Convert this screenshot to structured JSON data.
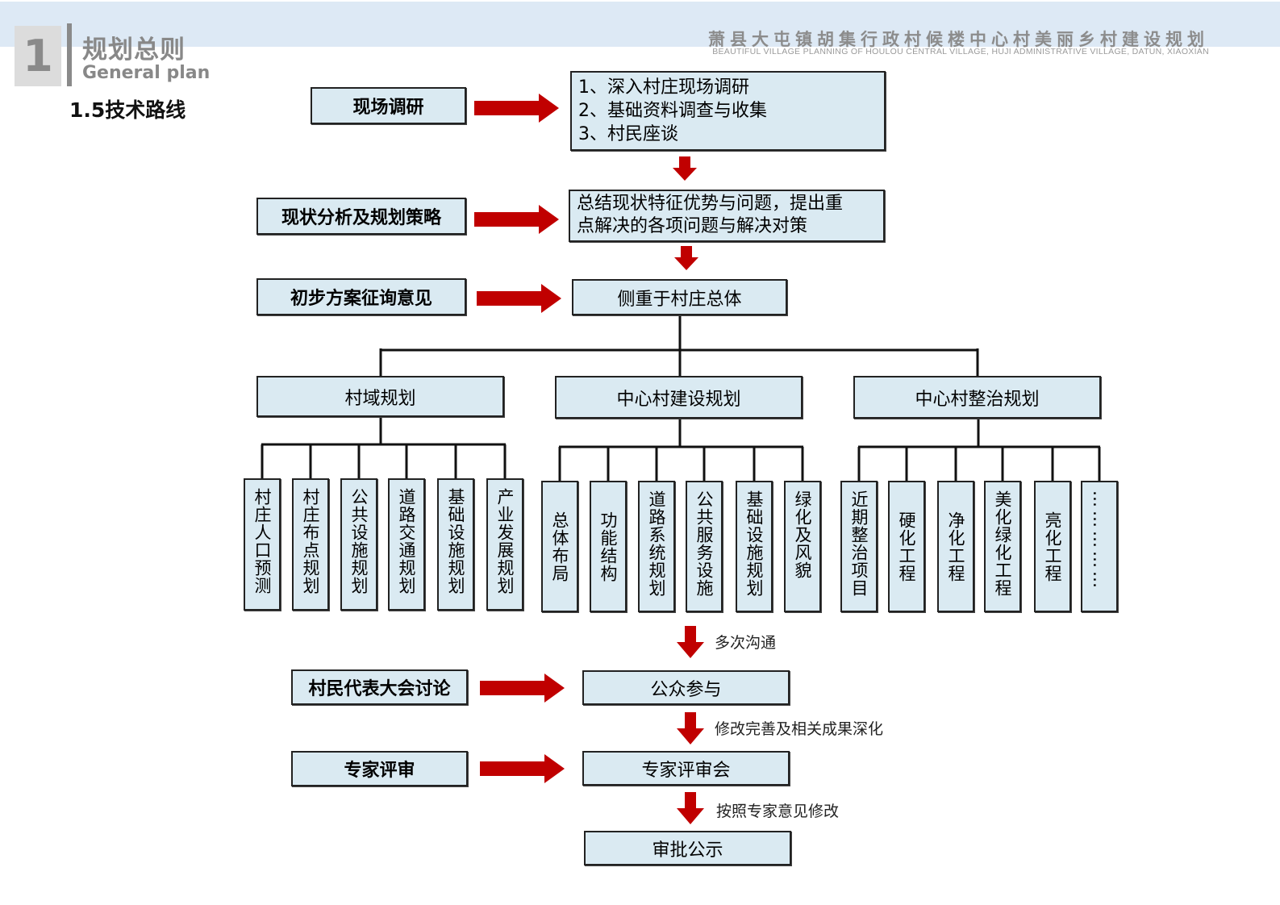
{
  "header": {
    "section_number": "1",
    "section_title": "规划总则",
    "section_subtitle": "General plan",
    "page_heading": "1.5技术路线",
    "project_title": "萧县大屯镇胡集行政村候楼中心村美丽乡村建设规划",
    "project_subtitle": "BEAUTIFUL VILLAGE PLANNING OF HOULOU CENTRAL VILLAGE, HUJI ADMINISTRATIVE VILLAGE, DATUN, XIAOXIAN"
  },
  "colors": {
    "arrow": "#c00000",
    "box_fill": "#daeaf2",
    "box_border": "#222222",
    "header_band": "#dde9f5",
    "header_text": "#8a8a8a"
  },
  "stages": {
    "survey": {
      "label": "现场调研",
      "details": [
        "1、深入村庄现场调研",
        "2、基础资料调查与收集",
        "3、村民座谈"
      ]
    },
    "analysis": {
      "label": "现状分析及规划策略",
      "detail_lines": [
        "总结现状特征优势与问题，提出重",
        "点解决的各项问题与解决对策"
      ]
    },
    "consult": {
      "label": "初步方案征询意见",
      "detail": "侧重于村庄总体"
    },
    "branches": [
      {
        "label": "村域规划",
        "items": [
          "村庄人口预测",
          "村庄布点规划",
          "公共设施规划",
          "道路交通规划",
          "基础设施规划",
          "产业发展规划"
        ]
      },
      {
        "label": "中心村建设规划",
        "items": [
          "总体布局",
          "功能结构",
          "道路系统规划",
          "公共服务设施",
          "基础设施规划",
          "绿化及风貌"
        ]
      },
      {
        "label": "中心村整治规划",
        "items": [
          "近期整治项目",
          "硬化工程",
          "净化工程",
          "美化绿化工程",
          "亮化工程",
          "……………"
        ]
      }
    ],
    "notes": {
      "communicate": "多次沟通",
      "revise": "修改完善及相关成果深化",
      "expert_revise": "按照专家意见修改"
    },
    "public": {
      "label": "村民代表大会讨论",
      "detail": "公众参与"
    },
    "expert": {
      "label": "专家评审",
      "detail": "专家评审会"
    },
    "approval": {
      "detail": "审批公示"
    }
  }
}
